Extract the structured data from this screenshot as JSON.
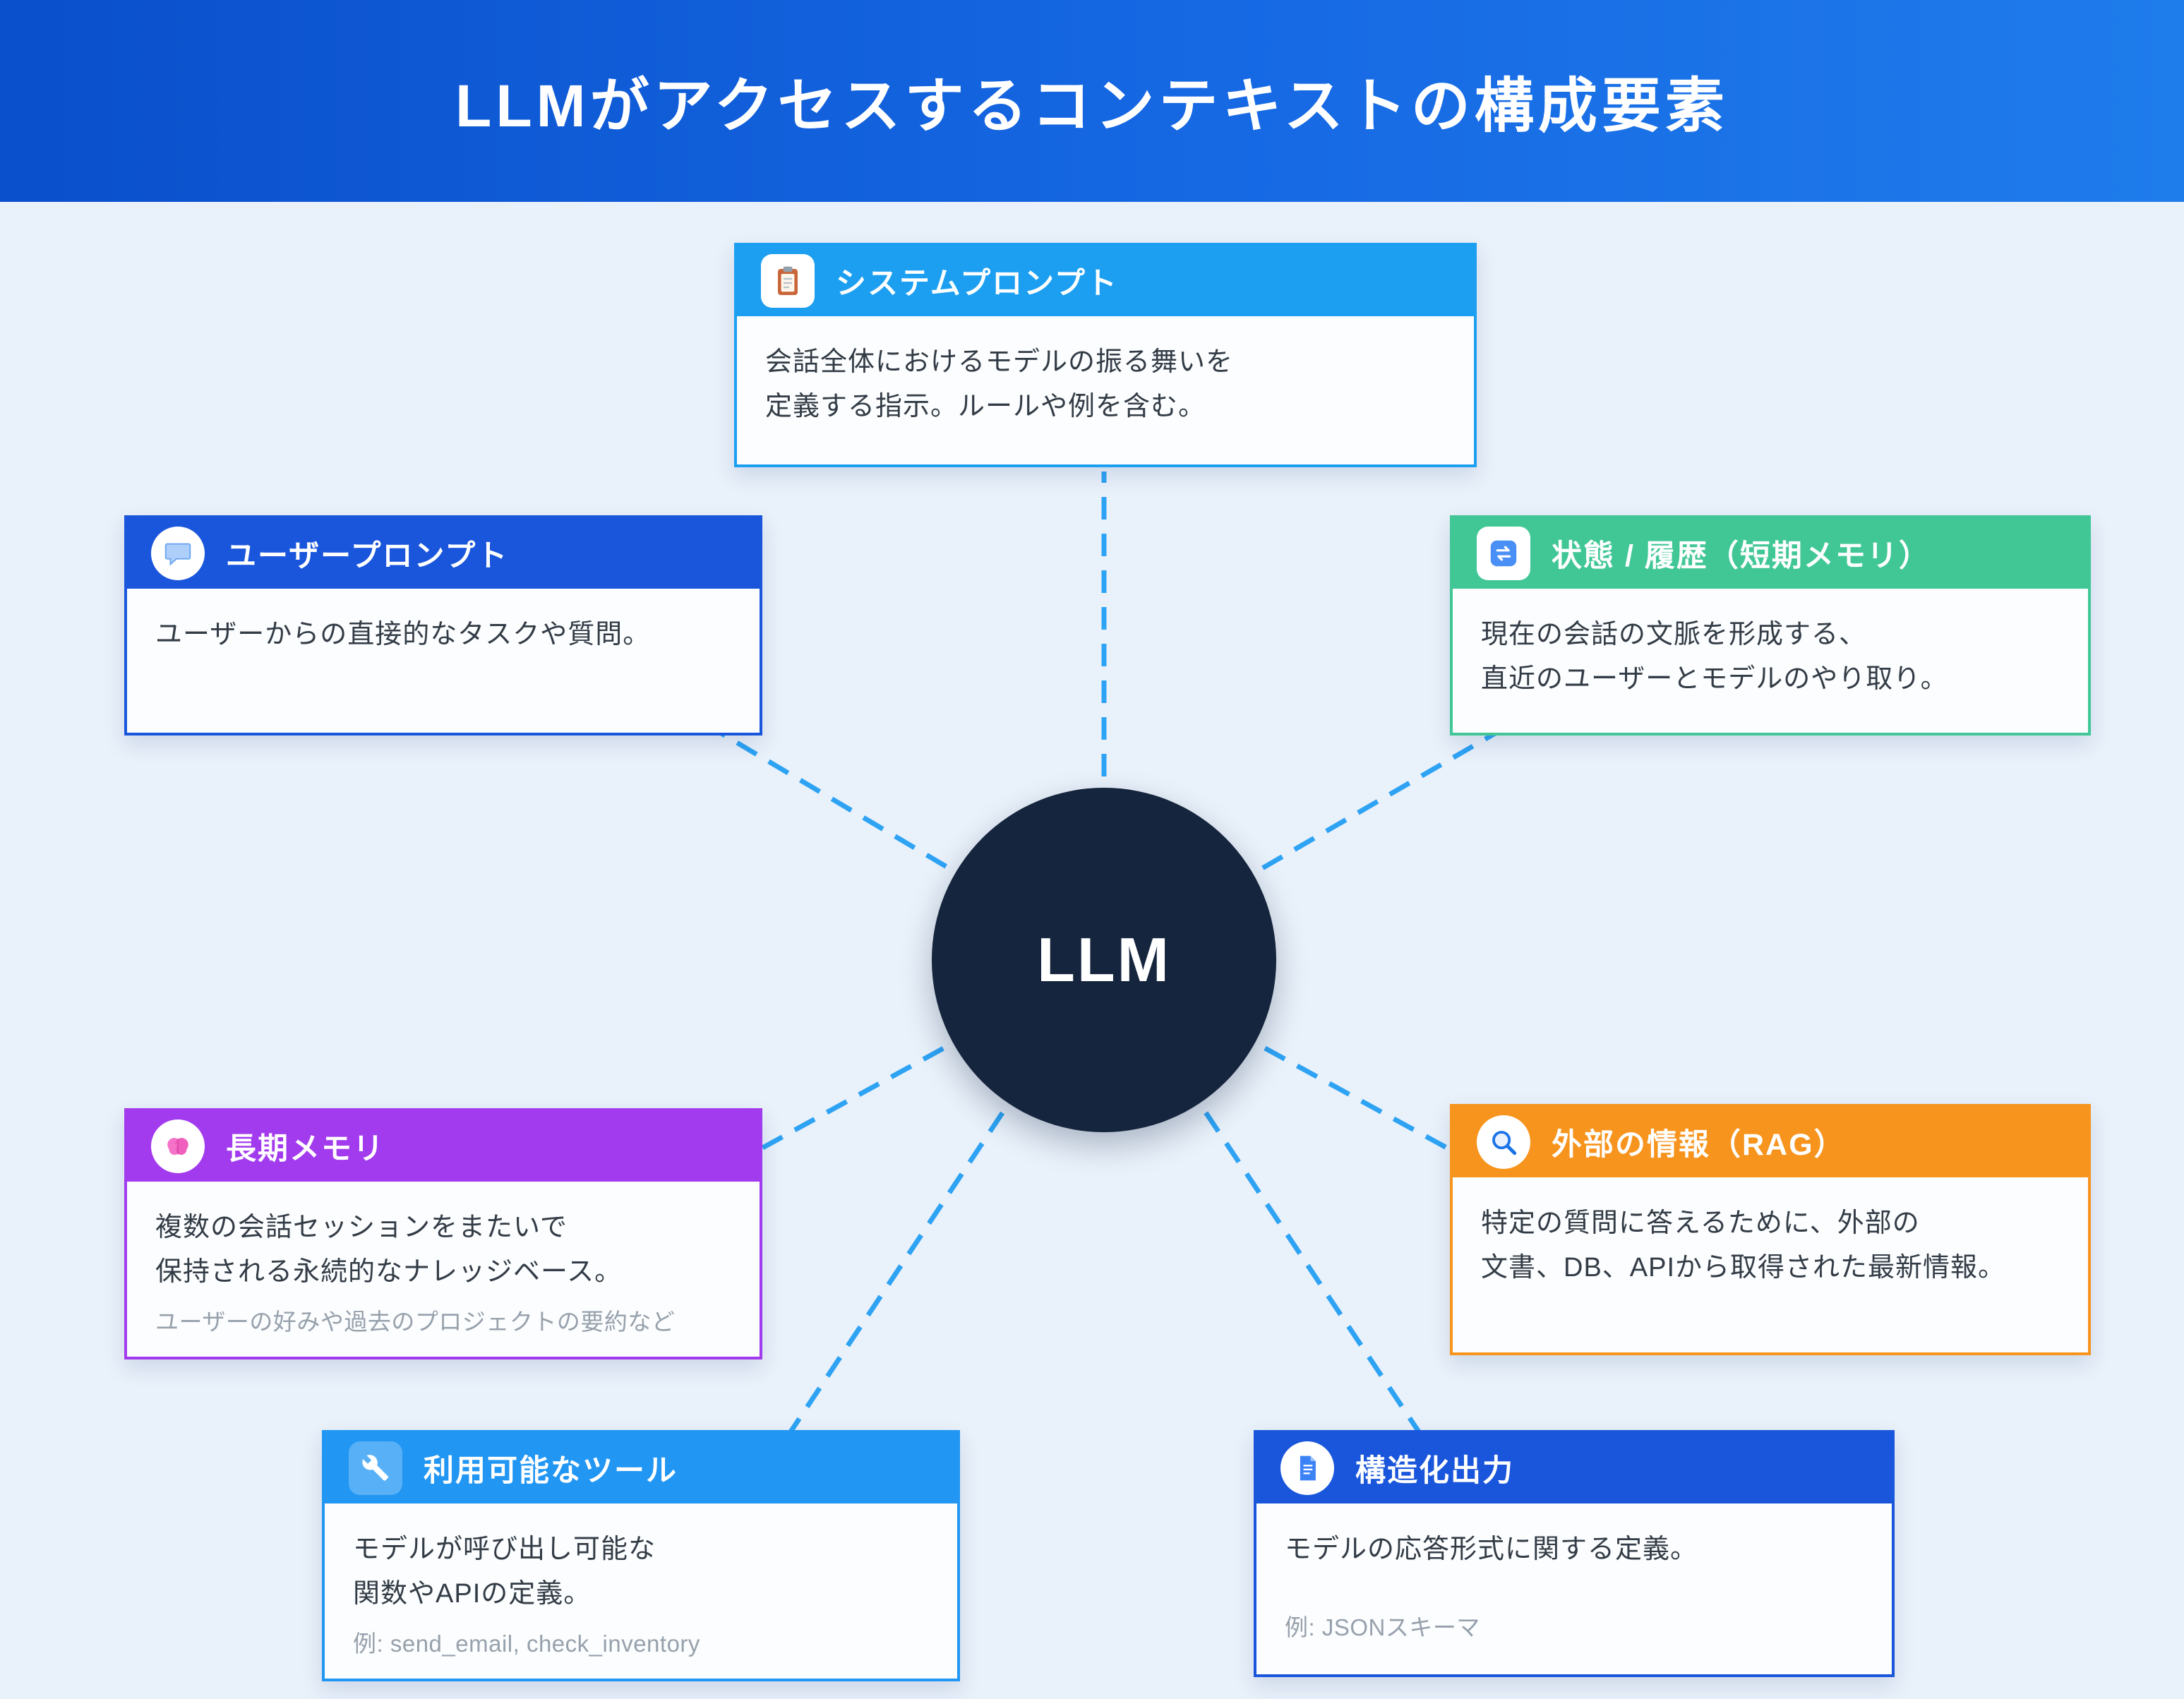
{
  "page": {
    "title": "LLMがアクセスするコンテキストの構成要素",
    "background_color": "#e9f1fa",
    "header_color_left": "#0a4fcb",
    "header_color_right": "#1f7ceb",
    "connector_color": "#2ea3f4"
  },
  "center": {
    "label": "LLM",
    "color": "#15253d"
  },
  "cards": [
    {
      "id": "system-prompt",
      "icon": "clipboard-icon",
      "color": "#1d9ff1",
      "title": "システムプロンプト",
      "body": "会話全体におけるモデルの振る舞いを\n定義する指示。ルールや例を含む。",
      "note": ""
    },
    {
      "id": "user-prompt",
      "icon": "speech-bubble-icon",
      "color": "#1a56db",
      "title": "ユーザープロンプト",
      "body": "ユーザーからの直接的なタスクや質問。",
      "note": ""
    },
    {
      "id": "state-history",
      "icon": "sync-icon",
      "color": "#41c796",
      "title": "状態 / 履歴（短期メモリ）",
      "body": "現在の会話の文脈を形成する、\n直近のユーザーとモデルのやり取り。",
      "note": ""
    },
    {
      "id": "long-term-memory",
      "icon": "brain-icon",
      "color": "#a23bee",
      "title": "長期メモリ",
      "body": "複数の会話セッションをまたいで\n保持される永続的なナレッジベース。",
      "note": "ユーザーの好みや過去のプロジェクトの要約など"
    },
    {
      "id": "external-info-rag",
      "icon": "search-icon",
      "color": "#f7941d",
      "title": "外部の情報（RAG）",
      "body": "特定の質問に答えるために、外部の\n文書、DB、APIから取得された最新情報。",
      "note": ""
    },
    {
      "id": "available-tools",
      "icon": "wrench-icon",
      "color": "#2196f3",
      "title": "利用可能なツール",
      "body": "モデルが呼び出し可能な\n関数やAPIの定義。",
      "note": "例: send_email, check_inventory"
    },
    {
      "id": "structured-output",
      "icon": "document-icon",
      "color": "#1a56db",
      "title": "構造化出力",
      "body": "モデルの応答形式に関する定義。",
      "note": "例: JSONスキーマ"
    }
  ]
}
